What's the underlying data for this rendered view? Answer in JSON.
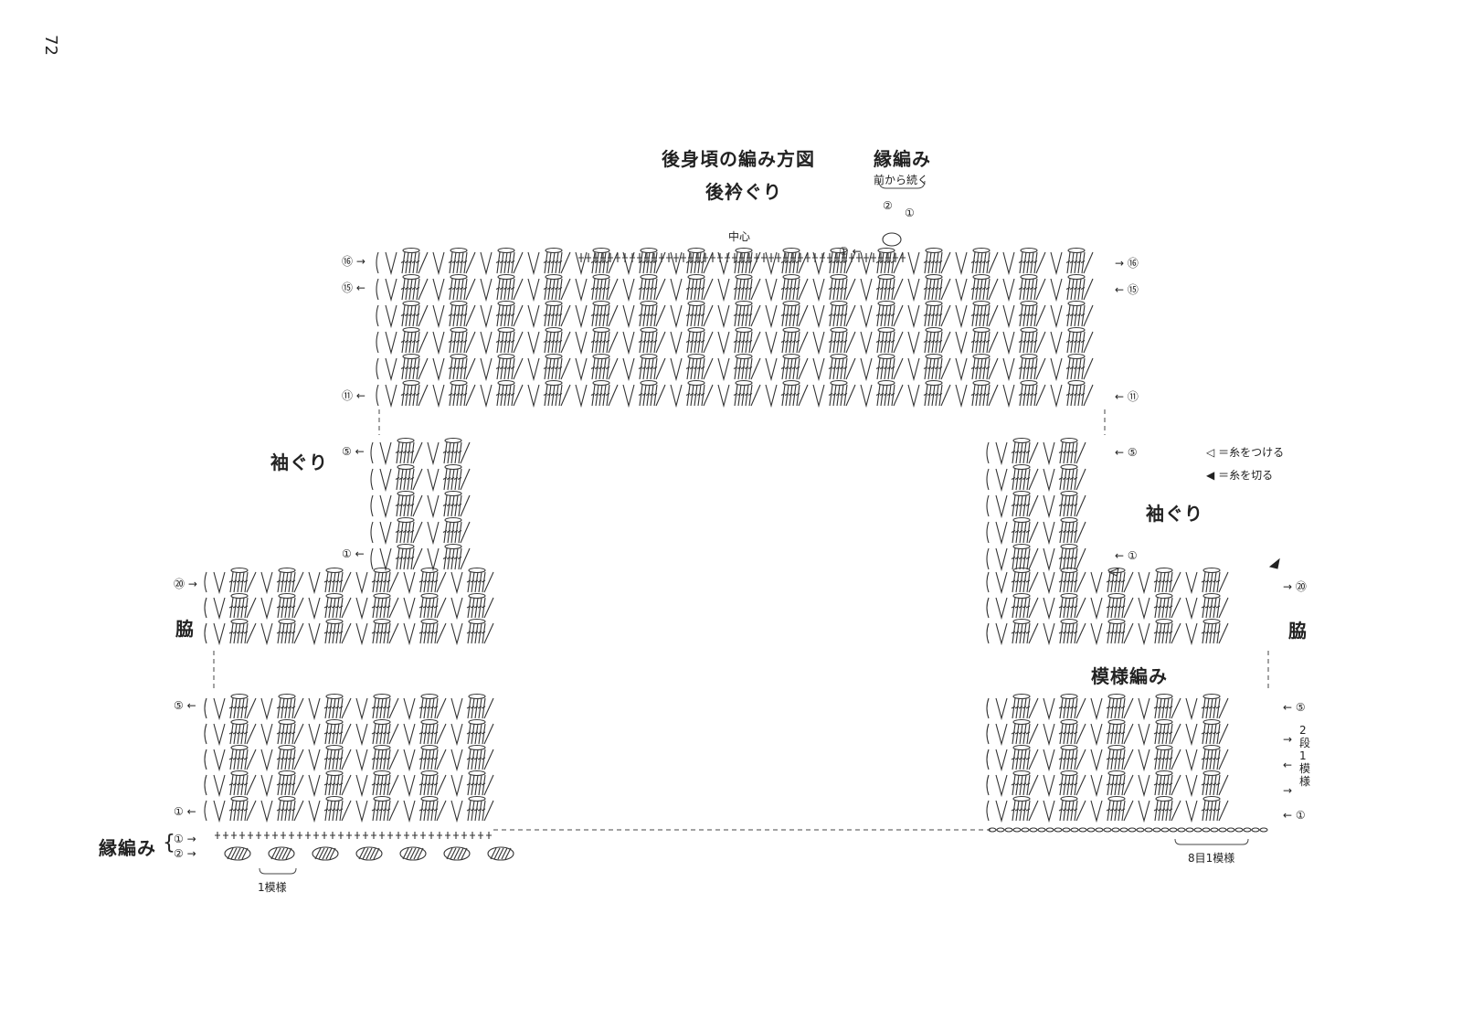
{
  "page_number": "72",
  "titles": {
    "main": "後身頃の編み方図",
    "neck": "後衿ぐり",
    "border": "縁編み",
    "border_note": "前から続く",
    "center": "中心",
    "armhole": "袖ぐり",
    "side": "脇",
    "pattern": "模様編み"
  },
  "legend": {
    "attach": "＝糸をつける",
    "cut": "＝糸を切る"
  },
  "row_markers": {
    "r16": "⑯",
    "r15": "⑮",
    "r11": "⑪",
    "r5": "⑤",
    "r1": "①",
    "r2": "②",
    "r20": "⑳"
  },
  "repeat_labels": {
    "one_motif": "1模様",
    "eight_st": "8目1模様",
    "two_rows_1": "2",
    "two_rows_2": "段",
    "two_rows_3": "1",
    "two_rows_4": "模",
    "two_rows_5": "様"
  }
}
